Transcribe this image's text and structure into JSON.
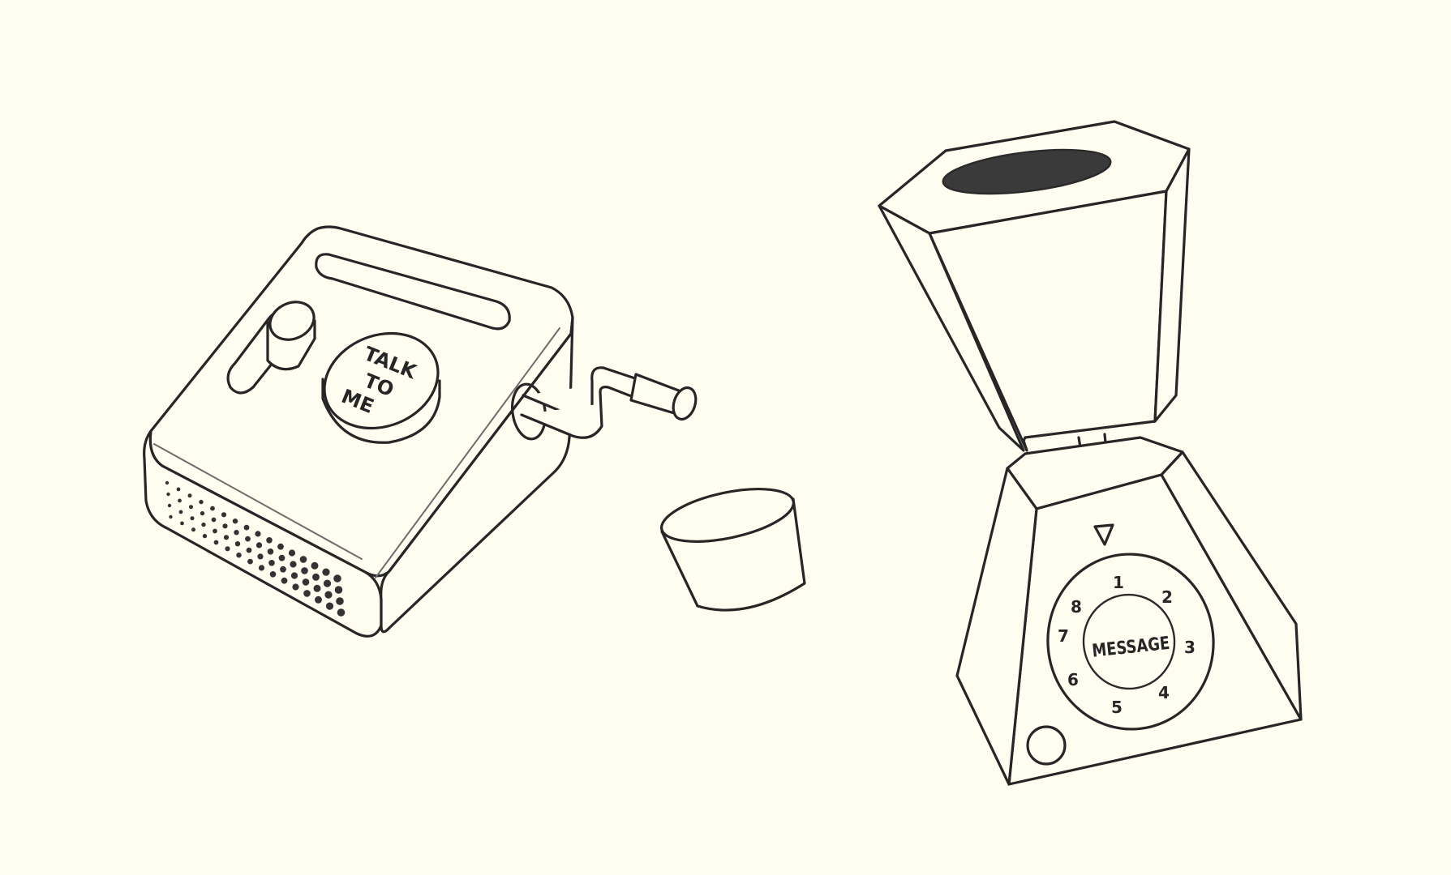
{
  "talk_button": {
    "line1": "TALK",
    "line2": "TO",
    "line3": "ME"
  },
  "dial": {
    "center_label": "MESSAGE",
    "numbers": [
      "1",
      "2",
      "3",
      "4",
      "5",
      "6",
      "7",
      "8"
    ]
  },
  "colors": {
    "background": "#fefdf0",
    "ink": "#262626",
    "funnel_opening": "#3a3a3a"
  }
}
